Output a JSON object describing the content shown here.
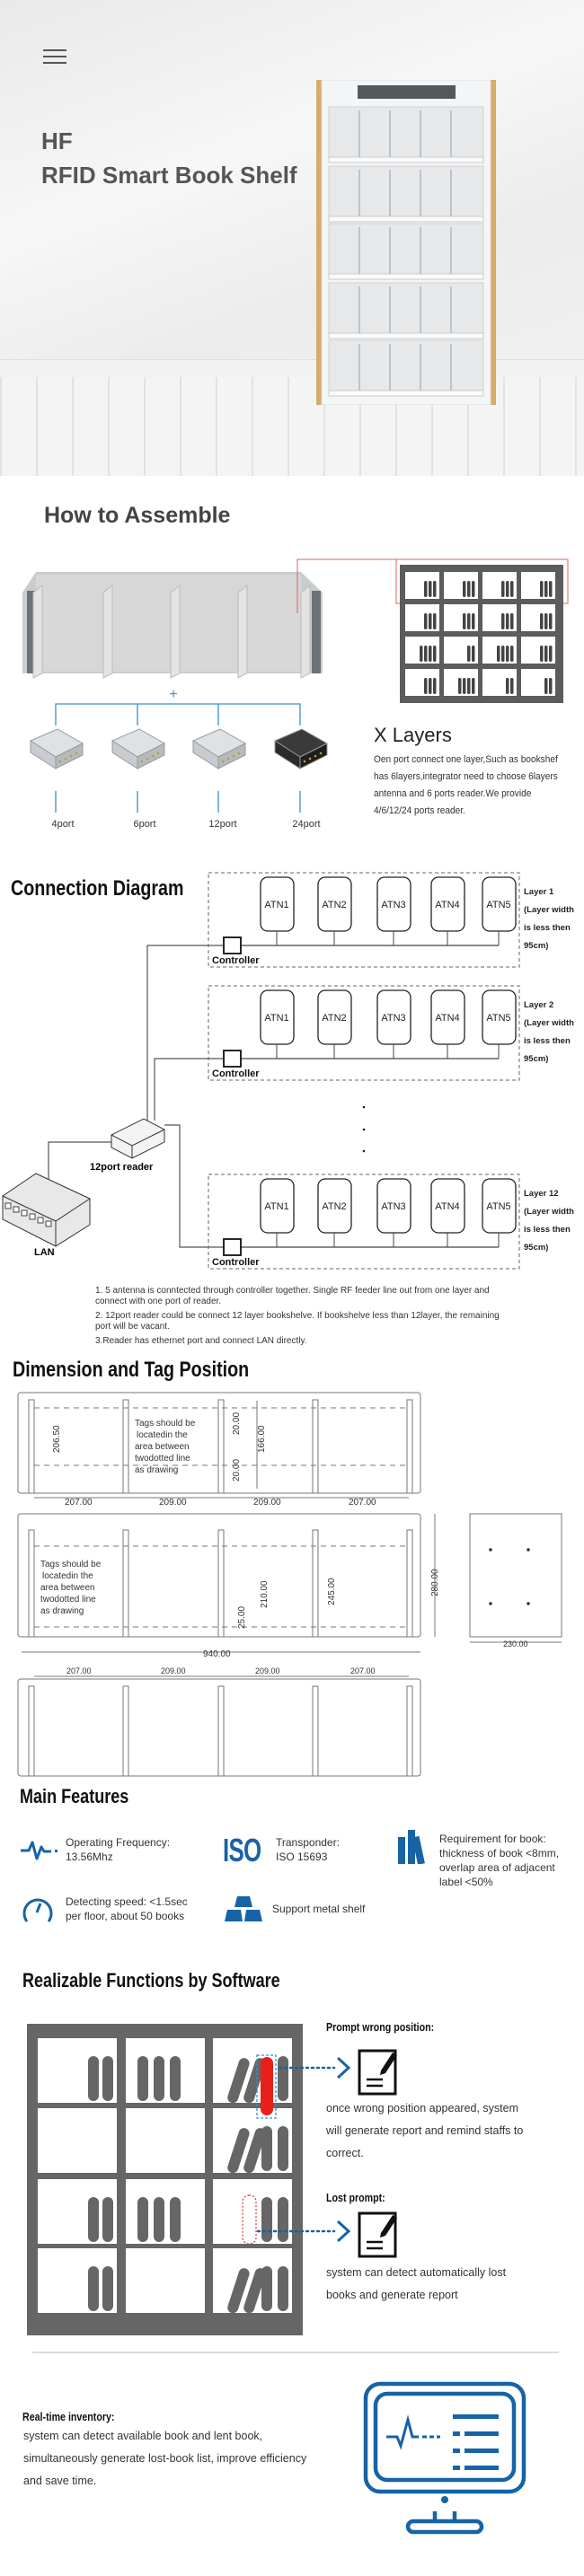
{
  "hero": {
    "menu_icon": "hamburger-menu-icon",
    "title_line1": "HF",
    "title_line2": "RFID Smart Book Shelf"
  },
  "assemble": {
    "title": "How to Assemble",
    "plus": "+",
    "readers": [
      "4port",
      "6port",
      "12port",
      "24port"
    ],
    "x_layers_title": "X Layers",
    "x_layers_text": "Oen port connect one layer,Such as bookshef has 6layers,integrator need to choose 6layers antenna and 6 ports reader.We provide 4/6/12/24 ports reader."
  },
  "connection": {
    "title": "Connection Diagram",
    "antennas": [
      "ATN1",
      "ATN2",
      "ATN3",
      "ATN4",
      "ATN5"
    ],
    "controller": "Controller",
    "layers": [
      {
        "name": "Layer 1",
        "note1": "(Layer width",
        "note2": "is less then",
        "note3": "95cm)"
      },
      {
        "name": "Layer 2",
        "note1": "(Layer width",
        "note2": "is less then",
        "note3": "95cm)"
      },
      {
        "name": "Layer 12",
        "note1": "(Layer width",
        "note2": "is less then",
        "note3": "95cm)"
      }
    ],
    "reader": "12port reader",
    "lan": "LAN",
    "notes": [
      "1. 5 antenna is conntected through controller together. Single RF feeder line out from one layer and connect with one port of reader.",
      "2. 12port reader could be connect 12 layer bookshelve. If bookshelve less than 12layer, the remaining port will be vacant.",
      "3.Reader has ethernet port and connect LAN directly."
    ]
  },
  "dimension": {
    "title": "Dimension and Tag Position",
    "tag_note": [
      "Tags should be",
      "locatedin the",
      "area between",
      "twodotted line",
      "as drawing"
    ],
    "top": {
      "height": "206.50",
      "margin_top": "20.00",
      "tag_zone": "166.00",
      "margin_bottom": "20.00",
      "widths": [
        "207.00",
        "209.00",
        "209.00",
        "207.00"
      ]
    },
    "front": {
      "bottom": "25.00",
      "inner": "210.00",
      "divider": "245.00",
      "total_height": "280.00",
      "total_width": "940.00"
    },
    "side": {
      "depth": "230.00"
    },
    "bottom": {
      "widths": [
        "207.00",
        "209.00",
        "209.00",
        "207.00"
      ]
    }
  },
  "features": {
    "title": "Main Features",
    "items": [
      {
        "icon": "pulse-icon",
        "line1": "Operating Frequency:",
        "line2": "13.56Mhz"
      },
      {
        "icon": "iso-icon",
        "icon_text": "ISO",
        "line1": "Transponder:",
        "line2": "ISO 15693"
      },
      {
        "icon": "books-icon",
        "line1": "Requirement for book:",
        "line2": "thickness of book <8mm,",
        "line3": "overlap area of adjacent",
        "line4": "label <50%"
      },
      {
        "icon": "speedometer-icon",
        "line1": "Detecting speed: <1.5sec",
        "line2": "per floor, about 50 books"
      },
      {
        "icon": "metal-bars-icon",
        "line1": "Support metal shelf"
      }
    ]
  },
  "functions": {
    "title": "Realizable Functions by Software",
    "wrong_position": {
      "title": "Prompt wrong position:",
      "lines": [
        "once wrong position appeared, system",
        "will generate report and remind staffs to",
        "correct."
      ]
    },
    "lost": {
      "title": "Lost prompt:",
      "lines": [
        "system can detect automatically lost",
        "books and generate report"
      ]
    },
    "inventory": {
      "title": "Real-time inventory:",
      "lines": [
        "system can detect available book and lent book,",
        "simultaneously generate lost-book list, improve efficiency",
        "and save time."
      ]
    }
  },
  "colors": {
    "blue": "#1763a6",
    "red": "#e8201c",
    "shelf_gray": "#666666",
    "wood": "#d6ac67",
    "alert_red": "#e03030"
  }
}
